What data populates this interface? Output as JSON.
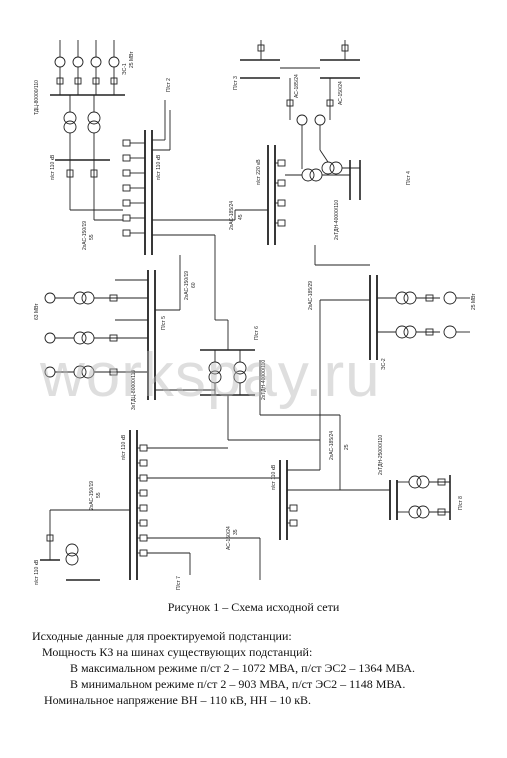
{
  "figure": {
    "caption": "Рисунок 1 – Схема исходной сети",
    "watermark": "workspay.ru"
  },
  "text": {
    "heading": "Исходные данные для проектируемой подстанции:",
    "short_circuit_title": "Мощность КЗ на шинах существующих подстанций:",
    "max_mode": "В максимальном режиме п/ст 2 – 1072 МВА, п/ст ЭС2 – 1364 МВА.",
    "min_mode": "В минимальном режиме п/ст 2 – 903 МВА, п/ст ЭС2 – 1148 МВА.",
    "voltage": "Номинальное напряжение ВН – 110 кВ, НН – 10 кВ."
  },
  "schematic_labels": {
    "plant_1": "ЭС-1",
    "plant_2": "ЭС-2",
    "substation_2": "П/ст 2",
    "substation_3": "П/ст 3",
    "substation_4": "П/ст 4",
    "substation_5": "П/ст 5",
    "substation_6": "П/ст 6",
    "substation_7": "П/ст 7",
    "substation_8": "П/ст 8",
    "bus_110": "п/ст 110 кВ",
    "bus_220": "п/ст 220 кВ",
    "bus_10": "10 кВ",
    "line_1": "2хАС-150/19",
    "line_2": "2хАС-185/24",
    "line_3": "АС-185/24",
    "line_4": "АС-150/24",
    "line_5": "2хАС-185/29",
    "line_6": "2хАС-150/19",
    "trans_1": "ТДЦ-80000/110",
    "trans_2": "2хТДН-40000/110",
    "trans_3": "2хТДН-25000/110",
    "trans_4": "3хТДЦ-80000/110",
    "gen_1": "63 МВт",
    "gen_2": "25 МВт",
    "len_1": "55",
    "len_2": "45",
    "len_3": "25",
    "len_4": "35",
    "len_5": "60"
  }
}
